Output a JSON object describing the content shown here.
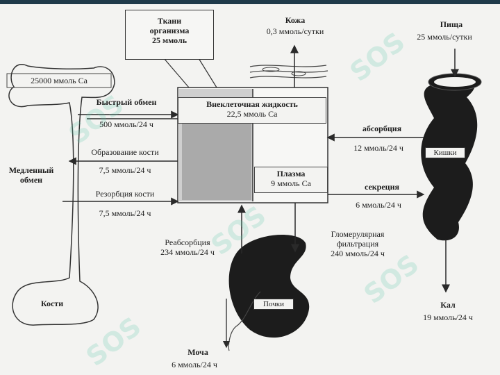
{
  "labels": {
    "tissues": "Ткани\nорганизма\n25 ммоль",
    "skin_title": "Кожа",
    "skin_value": "0,3 ммоль/сутки",
    "food_title": "Пища",
    "food_value": "25 ммоль/сутки",
    "bone_store": "25000 ммоль Са",
    "fast_exchange": "Быстрый обмен",
    "fast_exchange_value": "500 ммоль/24 ч",
    "bone_formation": "Образование кости",
    "bone_formation_value": "7,5 ммоль/24 ч",
    "bone_resorption": "Резорбция кости",
    "bone_resorption_value": "7,5 ммоль/24 ч",
    "slow_exchange": "Медленный\nобмен",
    "ecf_title": "Внеклеточная жидкость",
    "ecf_value": "22,5 ммоль Са",
    "plasma_title": "Плазма",
    "plasma_value": "9 ммоль Са",
    "absorption": "абсорбция",
    "absorption_value": "12 ммоль/24 ч",
    "secretion": "секреция",
    "secretion_value": "6 ммоль/24 ч",
    "intestine": "Кишки",
    "reabsorption": "Реабсорбция\n234 ммоль/24 ч",
    "glomerular": "Гломерулярная\nфильтрация\n240 ммоль/24 ч",
    "kidney": "Почки",
    "bone": "Кости",
    "urine_title": "Моча",
    "urine_value": "6 ммоль/24 ч",
    "feces_title": "Кал",
    "feces_value": "19 ммоль/24 ч"
  },
  "watermark": "SOS",
  "colors": {
    "watermark": "#5ac8aa",
    "organ": "#1c1c1c",
    "line": "#2a2a2a"
  }
}
